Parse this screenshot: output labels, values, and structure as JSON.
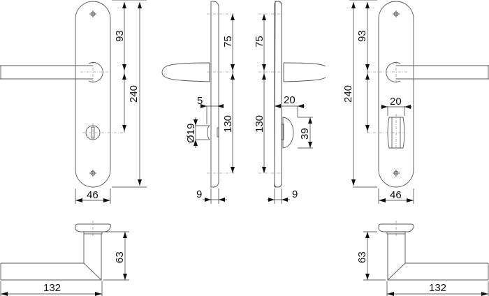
{
  "diagram": {
    "type": "technical-drawing",
    "subject": "door lever handle on long plate (front, side and lever views)",
    "line_color": "#555555",
    "text_color": "#111111",
    "background": "#ffffff"
  },
  "views": {
    "front_left": {
      "plate_width": "46",
      "plate_height": "240",
      "spindle_from_top": "93",
      "spindle_to_lock": "240"
    },
    "side_left": {
      "top_to_spindle": "75",
      "spindle_to_bottom": "130",
      "thumbturn_offset": "5",
      "thumbturn_diameter": "Ø19",
      "plate_thickness": "9"
    },
    "side_right": {
      "top_to_spindle": "75",
      "spindle_to_bottom": "130",
      "turn_projection": "20",
      "turn_height": "39",
      "plate_thickness": "9"
    },
    "front_right": {
      "plate_width": "46",
      "plate_height": "240",
      "spindle_from_top": "93",
      "turn_width": "20"
    },
    "lever_left": {
      "length": "132",
      "projection": "63"
    },
    "lever_right": {
      "length": "132",
      "projection": "63"
    }
  }
}
